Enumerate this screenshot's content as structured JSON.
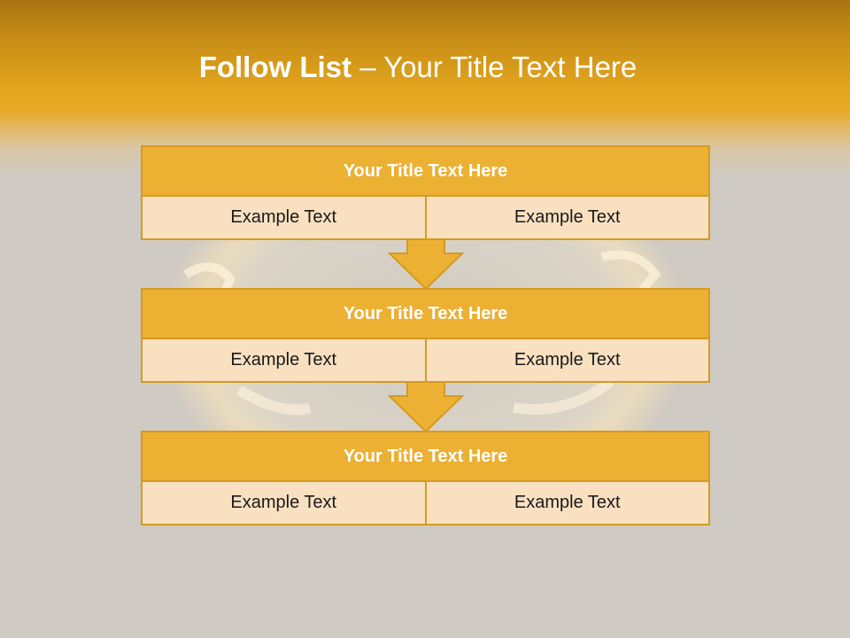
{
  "slide": {
    "title_strong": "Follow List ",
    "title_rest": " – Your Title Text Here"
  },
  "blocks": [
    {
      "title": "Your Title Text Here",
      "left": "Example Text",
      "right": "Example Text"
    },
    {
      "title": "Your Title Text Here",
      "left": "Example Text",
      "right": "Example Text"
    },
    {
      "title": "Your Title Text Here",
      "left": "Example Text",
      "right": "Example Text"
    }
  ],
  "colors": {
    "header_band": "#e3a51e",
    "block_header_fill": "#ecb033",
    "block_cell_fill": "#f8e0c1",
    "border": "#d59a20",
    "background": "#cfcac3"
  },
  "icons": [
    "down-arrow-icon",
    "down-arrow-icon"
  ]
}
